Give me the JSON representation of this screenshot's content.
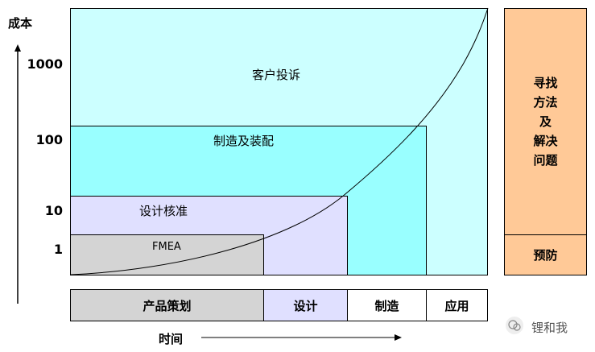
{
  "y_axis": {
    "title": "成本",
    "ticks": [
      "1000",
      "100",
      "10",
      "1"
    ]
  },
  "x_axis": {
    "title": "时间"
  },
  "regions": {
    "customer_complaint": "客户投诉",
    "manufacturing_assembly": "制造及装配",
    "design_verification": "设计核准",
    "fmea": "FMEA"
  },
  "phases": [
    "产品策划",
    "设计",
    "制造",
    "应用"
  ],
  "side_panel": {
    "lines": [
      "寻找",
      "方法",
      "及",
      "解决",
      "问题"
    ],
    "bottom": "预防"
  },
  "watermark": "锂和我",
  "colors": {
    "cyan_light": "#ccffff",
    "cyan": "#99ffff",
    "lavender": "#e0e0ff",
    "gray": "#d4d4d4",
    "peach": "#ffc997",
    "white": "#ffffff"
  }
}
